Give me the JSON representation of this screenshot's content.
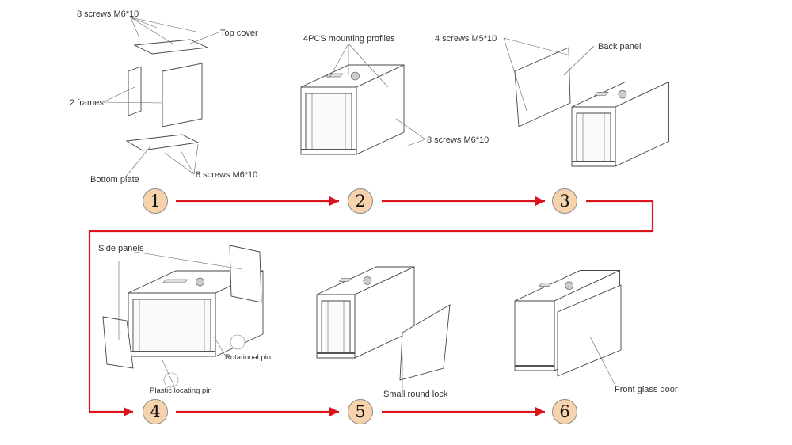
{
  "steps": [
    "1",
    "2",
    "3",
    "4",
    "5",
    "6"
  ],
  "labels": {
    "screws_top": "8  screws M6*10",
    "top_cover": "Top cover",
    "two_frames": "2 frames",
    "bottom_plate": "Bottom plate",
    "screws_bottom": "8  screws M6*10",
    "mounting_profiles": "4PCS  mounting profiles",
    "screws_step2": "8  screws M6*10",
    "screws_m5": "4  screws M5*10",
    "back_panel": "Back panel",
    "side_panels": "Side panels",
    "rotational_pin": "Rotational pin",
    "plastic_pin": "Plastic locating pin",
    "small_lock": "Small round lock",
    "front_door": "Front glass door"
  },
  "colors": {
    "arrow": "#d9141b",
    "step_fill": "#f6d3ad",
    "line": "#444444"
  }
}
